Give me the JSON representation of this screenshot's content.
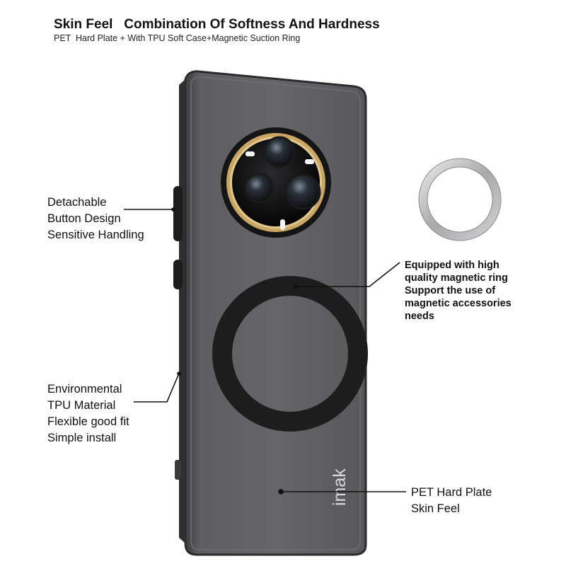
{
  "header": {
    "title": "Skin Feel   Combination Of Softness And Hardness",
    "subtitle": "PET  Hard Plate + With TPU Soft Case+Magnetic Suction Ring"
  },
  "callouts": {
    "button": [
      "Detachable",
      "Button Design",
      "Sensitive Handling"
    ],
    "ring": [
      "Equipped with high",
      "quality magnetic ring",
      "Support the use of",
      "magnetic accessories",
      "needs"
    ],
    "tpu": [
      "Environmental",
      "TPU Material",
      "Flexible good fit",
      "Simple install"
    ],
    "plate": [
      "PET Hard Plate",
      "Skin Feel"
    ]
  },
  "brand": {
    "logo": "imak"
  },
  "colors": {
    "case_body": "#5a5a5c",
    "ring": "#222222",
    "lens_gold": "#c9a664",
    "leader_line": "#111111"
  }
}
